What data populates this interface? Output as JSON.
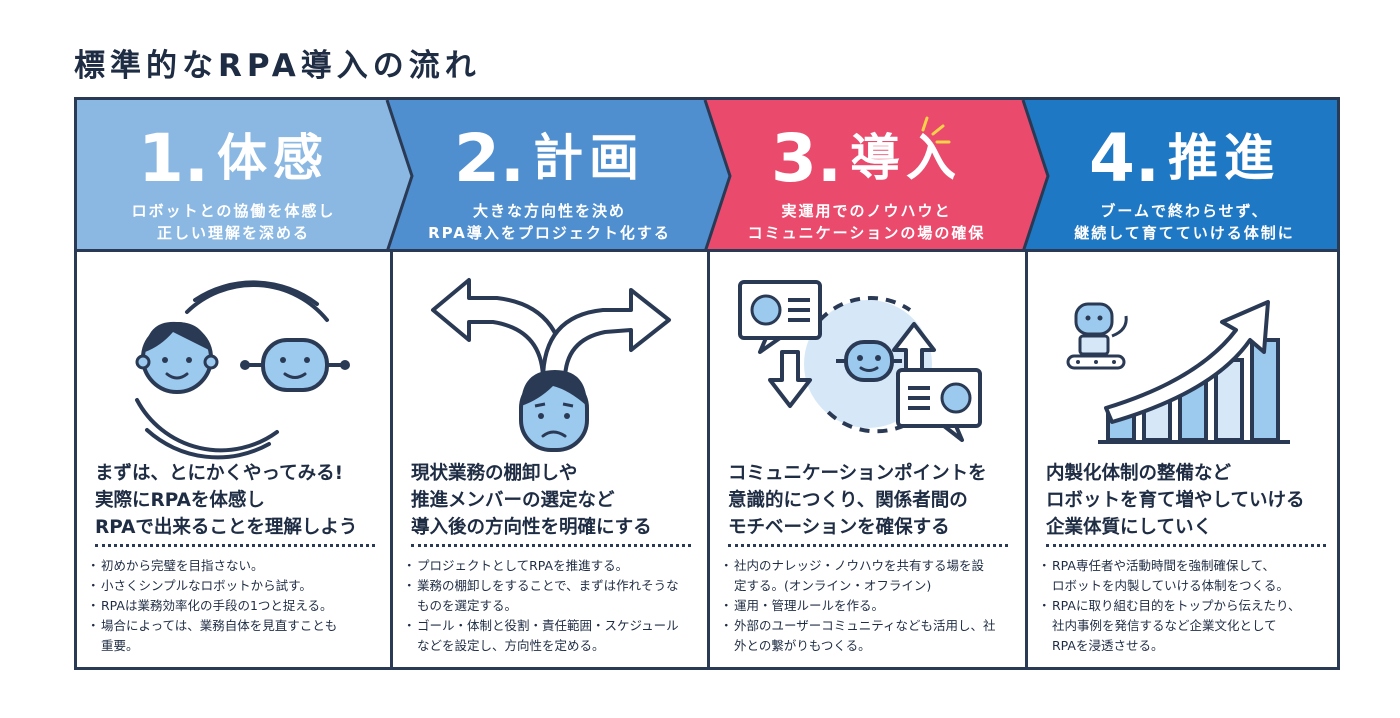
{
  "title": "標準的なRPA導入の流れ",
  "colors": {
    "step1": "#8ab8e3",
    "step2": "#4f8fcf",
    "step3": "#ea4a6c",
    "step4": "#1f78c4",
    "line": "#2a3a55",
    "fill_light": "#9cc9ee",
    "fill_pale": "#d6e8f7"
  },
  "steps": [
    {
      "number": "1",
      "name": "体感",
      "sub": [
        "ロボットとの協働を体感し",
        "正しい理解を深める"
      ],
      "headline": [
        "まずは、とにかくやってみる!",
        "実際にRPAを体感し",
        "RPAで出来ることを理解しよう"
      ],
      "bullets": [
        "初めから完璧を目指さない。",
        "小さくシンプルなロボットから試す。",
        "RPAは業務効率化の手段の1つと捉える。",
        "場合によっては、業務自体を見直すことも\n重要。"
      ],
      "icons": [
        "person-face-icon",
        "robot-face-icon",
        "cycle-arrows-icon"
      ]
    },
    {
      "number": "2",
      "name": "計画",
      "sub": [
        "大きな方向性を決め",
        "RPA導入をプロジェクト化する"
      ],
      "headline": [
        "現状業務の棚卸しや",
        "推進メンバーの選定など",
        "導入後の方向性を明確にする"
      ],
      "bullets": [
        "プロジェクトとしてRPAを推進する。",
        "業務の棚卸しをすることで、まずは作れそうな\nものを選定する。",
        "ゴール・体制と役割・責任範囲・スケジュール\nなどを設定し、方向性を定める。"
      ],
      "icons": [
        "split-arrows-icon",
        "thinking-person-icon"
      ]
    },
    {
      "number": "3",
      "name": "導入",
      "sub": [
        "実運用でのノウハウと",
        "コミュニケーションの場の確保"
      ],
      "headline": [
        "コミュニケーションポイントを",
        "意識的につくり、関係者間の",
        "モチベーションを確保する"
      ],
      "bullets": [
        "社内のナレッジ・ノウハウを共有する場を設\n定する。(オンライン・オフライン)",
        "運用・管理ルールを作る。",
        "外部のユーザーコミュニティなども活用し、社\n外との繋がりもつくる。"
      ],
      "icons": [
        "chat-bubble-icon",
        "robot-face-icon",
        "updown-arrows-icon",
        "sparkle-icon"
      ]
    },
    {
      "number": "4",
      "name": "推進",
      "sub": [
        "ブームで終わらせず、",
        "継続して育てていける体制に"
      ],
      "headline": [
        "内製化体制の整備など",
        "ロボットを育て増やしていける",
        "企業体質にしていく"
      ],
      "bullets": [
        "RPA専任者や活動時間を強制確保して、\nロボットを内製していける体制をつくる。",
        "RPAに取り組む目的をトップから伝えたり、\n社内事例を発信するなど企業文化として\nRPAを浸透させる。"
      ],
      "icons": [
        "robot-icon",
        "growth-chart-icon",
        "rising-arrow-icon"
      ]
    }
  ]
}
